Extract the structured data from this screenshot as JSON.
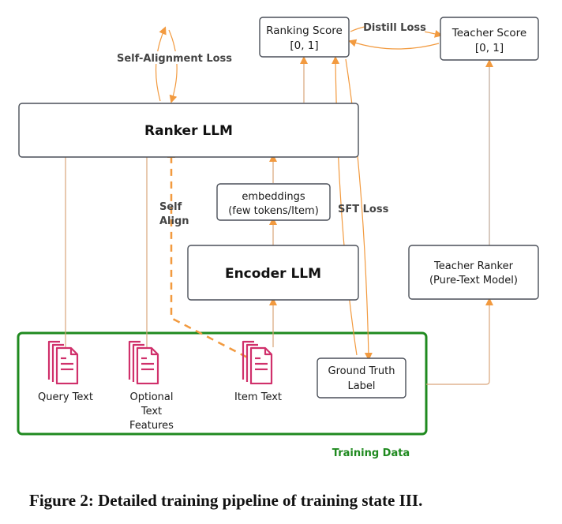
{
  "colors": {
    "arrow": "#f29a3f",
    "thin_line": "#d9a57a",
    "box_border": "#4a4f58",
    "training_border": "#1f8a1f",
    "training_label": "#1f8a1f",
    "doc_icon": "#d0306b"
  },
  "nodes": {
    "ranking_score": {
      "line1": "Ranking Score",
      "line2": "[0, 1]"
    },
    "teacher_score": {
      "line1": "Teacher Score",
      "line2": "[0, 1]"
    },
    "ranker_llm": {
      "label": "Ranker LLM"
    },
    "embeddings": {
      "line1": "embeddings",
      "line2": "(few tokens/Item)"
    },
    "encoder_llm": {
      "label": "Encoder LLM"
    },
    "teacher_ranker": {
      "line1": "Teacher Ranker",
      "line2": "(Pure-Text Model)"
    },
    "ground_truth": {
      "line1": "Ground Truth",
      "line2": "Label"
    }
  },
  "inputs": {
    "query_text": {
      "label": "Query Text",
      "icon": "document-stack-icon"
    },
    "optional_text_features": {
      "line1": "Optional",
      "line2": "Text",
      "line3": "Features",
      "icon": "document-stack-icon"
    },
    "item_text": {
      "label": "Item Text",
      "icon": "document-stack-icon"
    }
  },
  "edge_labels": {
    "distill_loss": "Distill Loss",
    "self_alignment_loss": "Self-Alignment Loss",
    "self_align_line1": "Self",
    "self_align_line2": "Align",
    "sft_loss": "SFT Loss"
  },
  "group": {
    "training_data": "Training Data"
  },
  "caption": "Figure 2: Detailed training pipeline of training state III."
}
